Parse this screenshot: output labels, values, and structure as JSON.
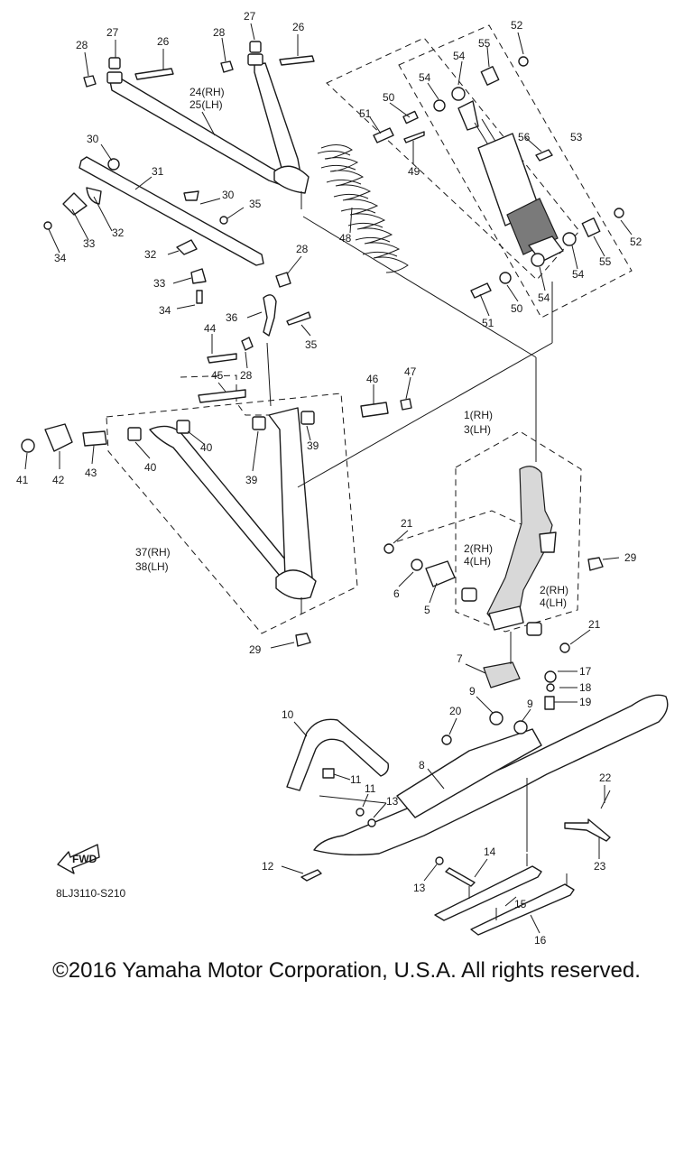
{
  "diagram": {
    "code": "8LJ3110-S210",
    "fwd_label": "FWD",
    "copyright": "©2016 Yamaha Motor Corporation, U.S.A. All rights reserved.",
    "callouts": [
      {
        "id": "c27a",
        "text": "27"
      },
      {
        "id": "c26a",
        "text": "26"
      },
      {
        "id": "c28a",
        "text": "28"
      },
      {
        "id": "c28b",
        "text": "28"
      },
      {
        "id": "c27b",
        "text": "27"
      },
      {
        "id": "c26b",
        "text": "26"
      },
      {
        "id": "c24",
        "text": "24(RH)"
      },
      {
        "id": "c25",
        "text": "25(LH)"
      },
      {
        "id": "c30a",
        "text": "30"
      },
      {
        "id": "c31",
        "text": "31"
      },
      {
        "id": "c32a",
        "text": "32"
      },
      {
        "id": "c33a",
        "text": "33"
      },
      {
        "id": "c34a",
        "text": "34"
      },
      {
        "id": "c30b",
        "text": "30"
      },
      {
        "id": "c35a",
        "text": "35"
      },
      {
        "id": "c32b",
        "text": "32"
      },
      {
        "id": "c33b",
        "text": "33"
      },
      {
        "id": "c34b",
        "text": "34"
      },
      {
        "id": "c28c",
        "text": "28"
      },
      {
        "id": "c36",
        "text": "36"
      },
      {
        "id": "c35b",
        "text": "35"
      },
      {
        "id": "c44",
        "text": "44"
      },
      {
        "id": "c28d",
        "text": "28"
      },
      {
        "id": "c45",
        "text": "45"
      },
      {
        "id": "c46",
        "text": "46"
      },
      {
        "id": "c47",
        "text": "47"
      },
      {
        "id": "c41",
        "text": "41"
      },
      {
        "id": "c42",
        "text": "42"
      },
      {
        "id": "c43",
        "text": "43"
      },
      {
        "id": "c40a",
        "text": "40"
      },
      {
        "id": "c40b",
        "text": "40"
      },
      {
        "id": "c39a",
        "text": "39"
      },
      {
        "id": "c39b",
        "text": "39"
      },
      {
        "id": "c37",
        "text": "37(RH)"
      },
      {
        "id": "c38",
        "text": "38(LH)"
      },
      {
        "id": "c29a",
        "text": "29"
      },
      {
        "id": "c48",
        "text": "48"
      },
      {
        "id": "c49",
        "text": "49"
      },
      {
        "id": "c50a",
        "text": "50"
      },
      {
        "id": "c51a",
        "text": "51"
      },
      {
        "id": "c54a",
        "text": "54"
      },
      {
        "id": "c54b",
        "text": "54"
      },
      {
        "id": "c55a",
        "text": "55"
      },
      {
        "id": "c52a",
        "text": "52"
      },
      {
        "id": "c56",
        "text": "56"
      },
      {
        "id": "c53",
        "text": "53"
      },
      {
        "id": "c52b",
        "text": "52"
      },
      {
        "id": "c55b",
        "text": "55"
      },
      {
        "id": "c54c",
        "text": "54"
      },
      {
        "id": "c54d",
        "text": "54"
      },
      {
        "id": "c50b",
        "text": "50"
      },
      {
        "id": "c51b",
        "text": "51"
      },
      {
        "id": "c1",
        "text": "1(RH)"
      },
      {
        "id": "c3",
        "text": "3(LH)"
      },
      {
        "id": "c2a",
        "text": "2(RH)"
      },
      {
        "id": "c4a",
        "text": "4(LH)"
      },
      {
        "id": "c2b",
        "text": "2(RH)"
      },
      {
        "id": "c4b",
        "text": "4(LH)"
      },
      {
        "id": "c21a",
        "text": "21"
      },
      {
        "id": "c29b",
        "text": "29"
      },
      {
        "id": "c6",
        "text": "6"
      },
      {
        "id": "c5",
        "text": "5"
      },
      {
        "id": "c21b",
        "text": "21"
      },
      {
        "id": "c7",
        "text": "7"
      },
      {
        "id": "c17",
        "text": "17"
      },
      {
        "id": "c18",
        "text": "18"
      },
      {
        "id": "c19",
        "text": "19"
      },
      {
        "id": "c9a",
        "text": "9"
      },
      {
        "id": "c9b",
        "text": "9"
      },
      {
        "id": "c20",
        "text": "20"
      },
      {
        "id": "c10",
        "text": "10"
      },
      {
        "id": "c8",
        "text": "8"
      },
      {
        "id": "c11a",
        "text": "11"
      },
      {
        "id": "c11b",
        "text": "11"
      },
      {
        "id": "c13a",
        "text": "13"
      },
      {
        "id": "c22",
        "text": "22"
      },
      {
        "id": "c23",
        "text": "23"
      },
      {
        "id": "c12",
        "text": "12"
      },
      {
        "id": "c14",
        "text": "14"
      },
      {
        "id": "c13b",
        "text": "13"
      },
      {
        "id": "c15",
        "text": "15"
      },
      {
        "id": "c16",
        "text": "16"
      }
    ]
  }
}
